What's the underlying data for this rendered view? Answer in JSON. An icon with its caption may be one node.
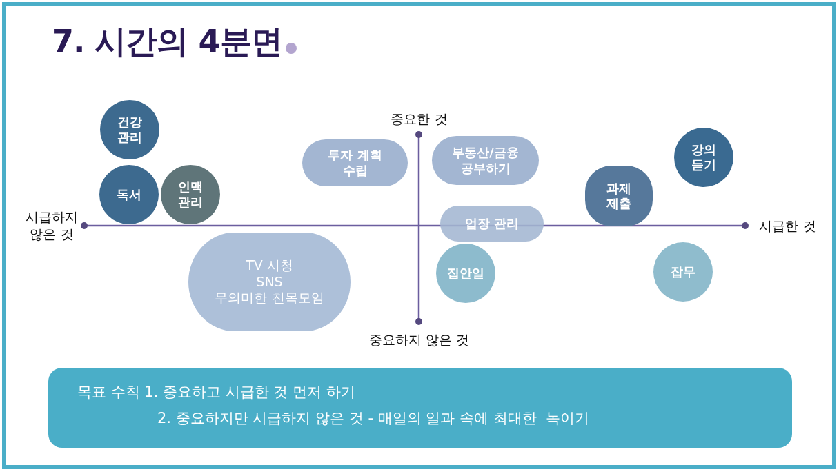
{
  "diagram": {
    "title": "7. 시간의 4분면",
    "nodes": [
      {
        "text": [
          "건강 관리"
        ]
      },
      {
        "text": [
          "독서"
        ]
      },
      {
        "text": [
          "인맥 관리"
        ]
      },
      {
        "text": [
          "투자 계획 수립"
        ]
      },
      {
        "text": [
          "부동산/금융 공부하기"
        ]
      },
      {
        "text": [
          "업장 관리"
        ]
      },
      {
        "text": [
          "과제 제출"
        ]
      },
      {
        "text": [
          "강의 듣기"
        ]
      },
      {
        "text": [
          "TV 시청",
          "SNS",
          "무의미한 친목모임"
        ]
      },
      {
        "text": [
          "집안일"
        ]
      },
      {
        "text": [
          "잡무"
        ]
      },
      {
        "text": [
          "목표 수칙 1. 중요하고 시급한 것 먼저 하기",
          "2. 중요하지만 시급하지 않은 것 - 매일의 일과 속에 최대한  녹이기"
        ]
      }
    ],
    "labels": [
      "중요한 것",
      "시급하지 않은 것",
      "시급한 것",
      "중요하지 않은 것"
    ]
  }
}
